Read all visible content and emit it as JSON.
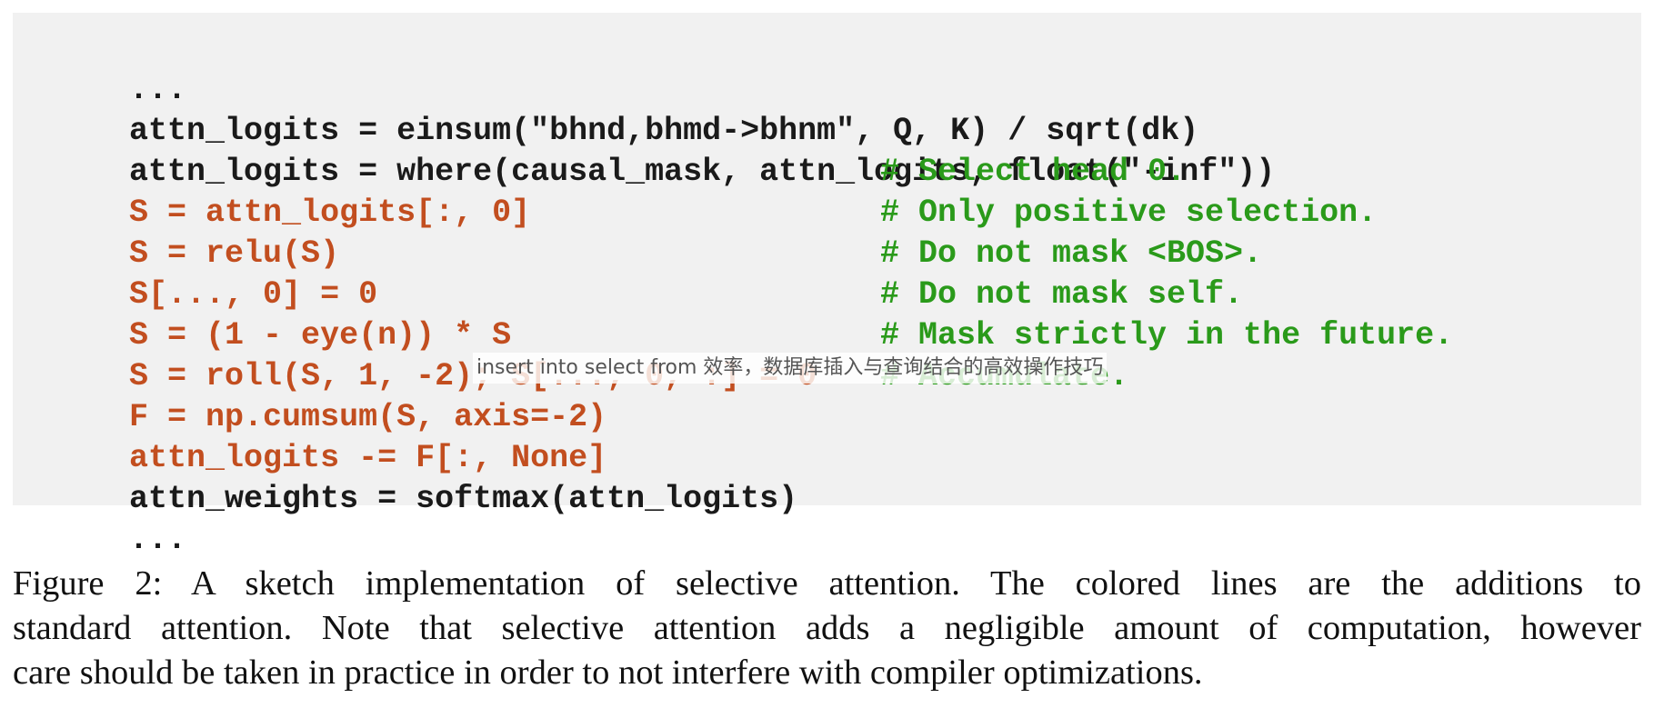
{
  "code": {
    "lines": [
      {
        "text": "...",
        "comment": "",
        "added": false
      },
      {
        "text": "attn_logits = einsum(\"bhnd,bhmd->bhnm\", Q, K) / sqrt(dk)",
        "comment": "",
        "added": false
      },
      {
        "text": "attn_logits = where(causal_mask, attn_logits, float(\"-inf\"))",
        "comment": "",
        "added": false
      },
      {
        "text": "S = attn_logits[:, 0]",
        "comment": "# Select head 0.",
        "added": true
      },
      {
        "text": "S = relu(S)",
        "comment": "# Only positive selection.",
        "added": true
      },
      {
        "text": "S[..., 0] = 0",
        "comment": "# Do not mask <BOS>.",
        "added": true
      },
      {
        "text": "S = (1 - eye(n)) * S",
        "comment": "# Do not mask self.",
        "added": true
      },
      {
        "text": "S = roll(S, 1, -2); S[..., 0, :] = 0",
        "comment": "# Mask strictly in the future.",
        "added": true
      },
      {
        "text": "F = np.cumsum(S, axis=-2)",
        "comment": "# Accumulate.",
        "added": true
      },
      {
        "text": "attn_logits -= F[:, None]",
        "comment": "",
        "added": true
      },
      {
        "text": "attn_weights = softmax(attn_logits)",
        "comment": "",
        "added": false
      },
      {
        "text": "...",
        "comment": "",
        "added": false
      }
    ]
  },
  "overlay": {
    "text": "insert into select from 效率，数据库插入与查询结合的高效操作技巧"
  },
  "caption": {
    "line1": "Figure 2:  A sketch implementation of selective attention.  The colored lines are the additions to",
    "line2": "standard attention. Note that selective attention adds a negligible amount of computation, however",
    "line3": "care should be taken in practice in order to not interfere with compiler optimizations."
  },
  "colors": {
    "code_background": "#f1f1f1",
    "base_code": "#1a1a1a",
    "added_code": "#c24e1f",
    "comment": "#2a9a1a"
  }
}
